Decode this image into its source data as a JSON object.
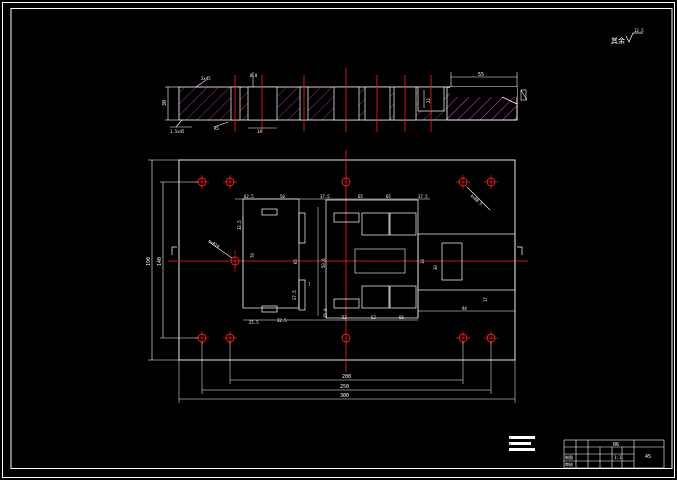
{
  "drawing": {
    "surface_note": "其余",
    "roughness": "12.5",
    "colors": {
      "background": "#000000",
      "outline": "#ffffff",
      "centerline": "#ff2020",
      "hatch": "#c040c0",
      "hole": "#ff2020",
      "dimension": "#ffffff"
    }
  },
  "section_view": {
    "dims": {
      "height": "30",
      "width_right": "55",
      "bottom_left": "1.5x45",
      "slot": "14",
      "depth": "22",
      "callout_a": "2x45",
      "callout_b": "R5",
      "callout_c": "0.8"
    }
  },
  "plan_view": {
    "dims": {
      "overall_length": "300",
      "hole_pitch_outer": "250",
      "hole_pitch_inner": "200",
      "overall_height": "190",
      "inner_height": "140",
      "top_a": "62.5",
      "top_b": "50",
      "top_c": "37.5",
      "top_d": "65",
      "top_e": "65",
      "top_f": "37.5",
      "bottom_a": "25.5",
      "bottom_b": "32.5",
      "bottom_c": "52",
      "bottom_d": "52",
      "bottom_e": "66",
      "bottom_f": "94",
      "left_a": "32.5",
      "left_b": "70",
      "left_c": "27.5",
      "mid_a": "65",
      "mid_b": "50.6",
      "mid_c": "15.6",
      "right_a": "10",
      "right_b": "30",
      "right_c": "17",
      "hole_note_a": "6xØ10",
      "hole_note_b": "4xØ8.5",
      "mark": "7"
    }
  },
  "notes": {
    "line1": "技术要求",
    "line2": "1.",
    "line3": "2."
  },
  "title_block": {
    "part_no": "06",
    "material": "45",
    "scale": "1:1",
    "drawn": "制图",
    "checked": "审核"
  }
}
